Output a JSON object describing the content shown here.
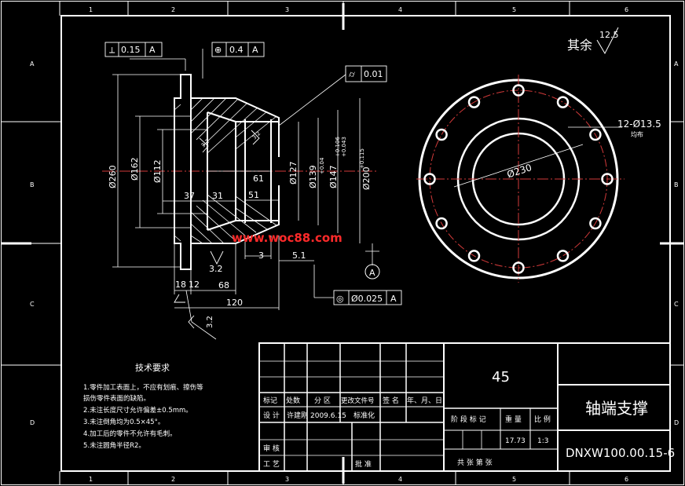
{
  "frame": {
    "col_labels": [
      "1",
      "2",
      "3",
      "4",
      "5",
      "6"
    ],
    "row_labels": [
      "A",
      "B",
      "C",
      "D"
    ]
  },
  "roughness": {
    "label": "其余",
    "value": "12.5"
  },
  "tolerances": {
    "perpendicularity": {
      "symbol": "⟂",
      "value": "0.15",
      "datum": "A"
    },
    "position": {
      "symbol": "⊕",
      "value": "0.4",
      "datum": "A"
    },
    "cylindricity": {
      "symbol": "⌭",
      "value": "0.01"
    },
    "coaxiality": {
      "symbol": "◎",
      "value": "Ø0.025",
      "datum": "A"
    }
  },
  "dimensions": {
    "d260": "Ø260",
    "d162": "Ø162",
    "d112": "Ø112",
    "d37": "37",
    "d31": "31",
    "d61": "61",
    "d51": "51",
    "d127": "Ø127",
    "d139": "Ø139",
    "d139_tol": "+0.04",
    "d147": "Ø147",
    "d147_tol_upper": "+0.106",
    "d147_tol_lower": "+0.043",
    "d200": "Ø200",
    "d200_tol": "+0.115",
    "d18": "18",
    "d12": "12",
    "d68": "68",
    "d120": "120",
    "d3": "3",
    "d5_1": "5.1",
    "rough_3_2a": "3.2",
    "rough_3_2b": "3.2",
    "rough_3_2c": "3.2",
    "rough_3_2d": "3.2",
    "datum_a": "A",
    "holes": "12-Ø13.5",
    "holes_note": "均布",
    "d230": "Ø230"
  },
  "watermark": "www.woc88.com",
  "tech_notes": {
    "title": "技术要求",
    "items": [
      "1.零件加工表面上，不应有划痕、擦伤等",
      "损伤零件表面的缺陷。",
      "2.未注长度尺寸允许偏差±0.5mm。",
      "3.未注倒角均为0.5×45°。",
      "4.加工后的零件不允许有毛刺。",
      "5.未注圆角半径R2。"
    ]
  },
  "title_block": {
    "material": "45",
    "part_name": "轴端支撑",
    "drawing_no": "DNXW100.00.15-6",
    "row_headers": [
      "标记",
      "处数",
      "分 区",
      "更改文件号",
      "签 名",
      "年、月、日"
    ],
    "design_label": "设 计",
    "designer": "许建刚",
    "design_date": "2009.6.15",
    "standard_label": "标准化",
    "stage_label": "阶 段 标 记",
    "weight_label": "重 量",
    "scale_label": "比 例",
    "weight": "17.73",
    "scale": "1:3",
    "review_label": "审 核",
    "process_label": "工 艺",
    "approve_label": "批 准",
    "sheets_text": "共   张   第   张"
  }
}
